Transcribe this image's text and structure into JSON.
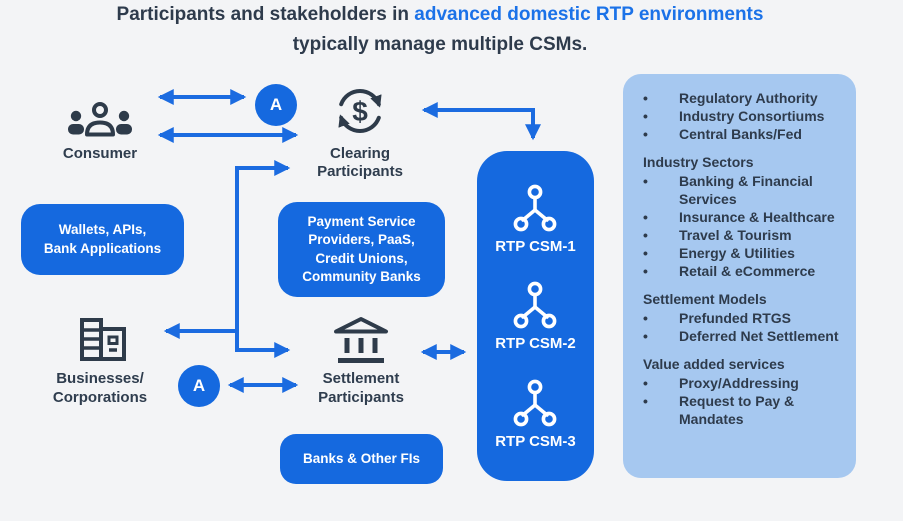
{
  "colors": {
    "accent_blue": "#1569df",
    "arrow_blue": "#1b6be0",
    "title_blue": "#1b72e8",
    "panel_light_blue": "#a6c8f0",
    "dark_text": "#2e3b4c",
    "background": "#f3f4f6",
    "white": "#ffffff"
  },
  "title": {
    "line1_dark": "Participants and stakeholders in",
    "line1_blue": "advanced domestic RTP environments",
    "line2": "typically manage multiple CSMs."
  },
  "badge": {
    "label": "A"
  },
  "nodes": {
    "consumer": {
      "label": "Consumer",
      "icon": "people-group-icon"
    },
    "businesses": {
      "line1": "Businesses/",
      "line2": "Corporations",
      "icon": "office-buildings-icon"
    },
    "clearing": {
      "line1": "Clearing",
      "line2": "Participants",
      "icon": "dollar-cycle-icon"
    },
    "settlement": {
      "line1": "Settlement",
      "line2": "Participants",
      "icon": "bank-icon"
    }
  },
  "boxes": {
    "wallets": {
      "lines": [
        "Wallets, APIs,",
        "Bank Applications"
      ]
    },
    "psp": {
      "lines": [
        "Payment Service",
        "Providers, PaaS,",
        "Credit Unions,",
        "Community Banks"
      ]
    },
    "banks": {
      "lines": [
        "Banks & Other FIs"
      ]
    }
  },
  "csm_panel": {
    "items": [
      {
        "label": "RTP CSM-1",
        "icon": "network-nodes-icon"
      },
      {
        "label": "RTP CSM-2",
        "icon": "network-nodes-icon"
      },
      {
        "label": "RTP CSM-3",
        "icon": "network-nodes-icon"
      }
    ]
  },
  "info_panel": {
    "groups": [
      {
        "heading": "",
        "items": [
          "Regulatory Authority",
          "Industry Consortiums",
          "Central Banks/Fed"
        ]
      },
      {
        "heading": "Industry Sectors",
        "items": [
          "Banking & Financial Services",
          "Insurance & Healthcare",
          "Travel & Tourism",
          "Energy & Utilities",
          "Retail & eCommerce"
        ]
      },
      {
        "heading": "Settlement Models",
        "items": [
          "Prefunded RTGS",
          "Deferred Net Settlement"
        ]
      },
      {
        "heading": "Value added services",
        "items": [
          "Proxy/Addressing",
          "Request to Pay & Mandates"
        ]
      }
    ]
  }
}
